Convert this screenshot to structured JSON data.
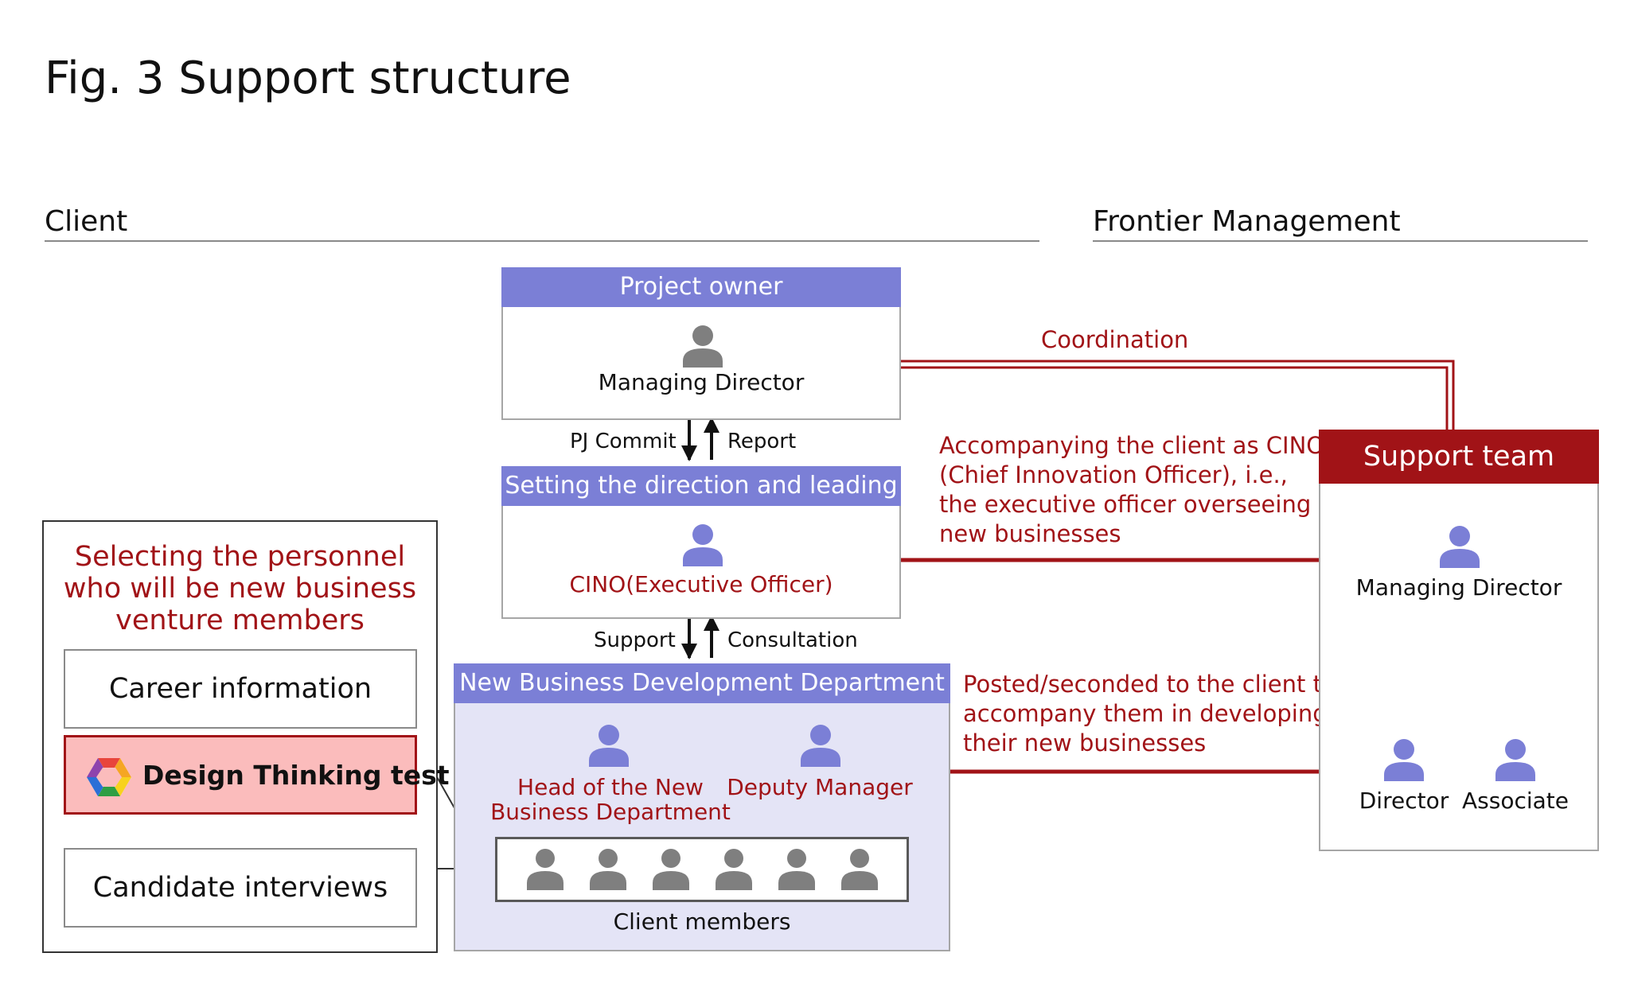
{
  "title": "Fig. 3 Support structure",
  "sections": {
    "client": "Client",
    "frontier": "Frontier Management"
  },
  "project_owner": {
    "header": "Project owner",
    "person": "Managing Director"
  },
  "arrows_top": {
    "left": "PJ Commit",
    "right": "Report"
  },
  "direction": {
    "header": "Setting the direction and leading",
    "person": "CINO(Executive Officer)"
  },
  "arrows_mid": {
    "left": "Support",
    "right": "Consultation"
  },
  "nbd": {
    "header": "New Business Development Department",
    "head_line1": "Head of the New",
    "head_line2": "Business Department",
    "deputy": "Deputy Manager",
    "members": "Client members"
  },
  "coordination": "Coordination",
  "cino_note": [
    "Accompanying the client as CINO",
    "(Chief Innovation Officer), i.e.,",
    "the executive officer overseeing",
    "new businesses"
  ],
  "posted_note": [
    "Posted/seconded to the client to",
    "accompany them in developing",
    "their new businesses"
  ],
  "support_team": {
    "header": "Support team",
    "managing_director": "Managing Director",
    "director": "Director",
    "associate": "Associate"
  },
  "selection": {
    "title": [
      "Selecting the personnel",
      "who will be new business",
      "venture members"
    ],
    "step1": "Career information",
    "step2": "Design Thinking test",
    "step3": "Candidate interviews"
  },
  "colors": {
    "accent_red": "#a11317",
    "header_purple": "#7b7fd6",
    "icon_purple": "#7b7fd6",
    "icon_gray": "#7f7f7f",
    "panel_lavender": "#e4e4f6",
    "highlight_pink": "#fbbcbc"
  }
}
